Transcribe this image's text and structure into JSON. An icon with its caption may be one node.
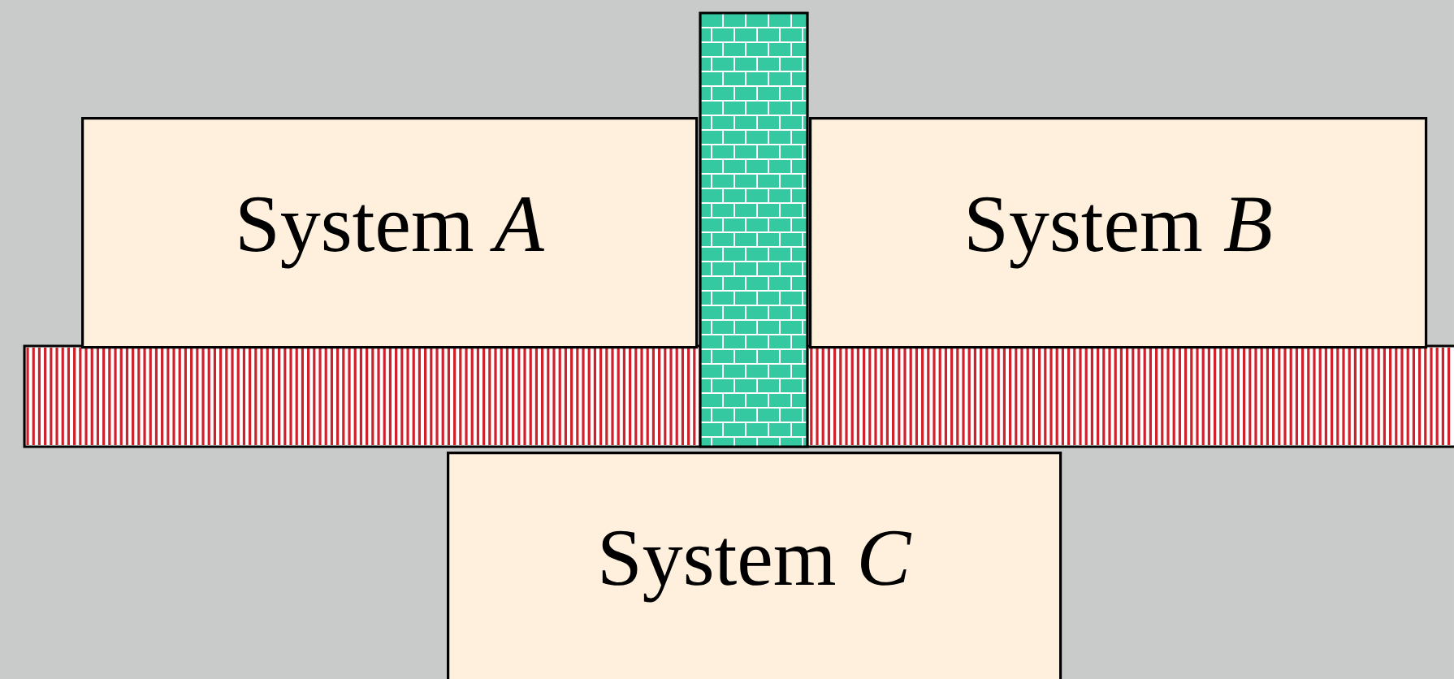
{
  "diagram": {
    "nodes": [
      {
        "text": [
          "System *A*"
        ]
      },
      {
        "text": [
          "System *B*"
        ]
      },
      {
        "text": [
          "System *C*"
        ]
      }
    ]
  }
}
